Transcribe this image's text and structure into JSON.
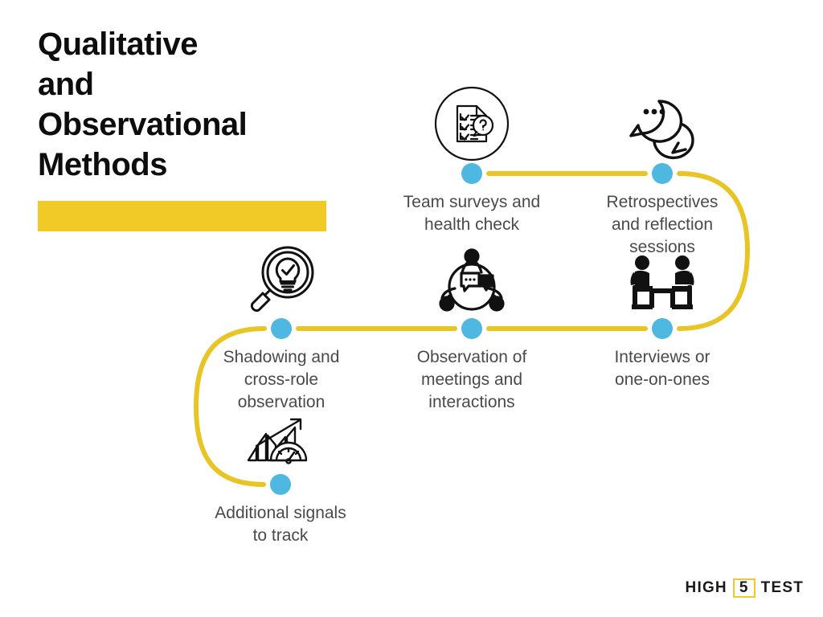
{
  "title": "Qualitative\nand\nObservational\nMethods",
  "colors": {
    "accent_yellow": "#F2CA27",
    "node_dot_blue": "#4FB8E0",
    "title_text": "#0d0d0d",
    "label_text": "#4a4a4a",
    "background": "#ffffff",
    "icon_stroke": "#111111"
  },
  "flow": {
    "nodes": [
      {
        "id": "team-surveys",
        "icon": "survey-checklist-question-icon",
        "label": "Team surveys and\nhealth check"
      },
      {
        "id": "retrospectives",
        "icon": "speech-bubbles-icon",
        "label": "Retrospectives\nand reflection\nsessions"
      },
      {
        "id": "interviews",
        "icon": "two-people-seated-icon",
        "label": "Interviews or\none-on-ones"
      },
      {
        "id": "observation-meetings",
        "icon": "meeting-roundtable-icon",
        "label": "Observation of\nmeetings and\ninteractions"
      },
      {
        "id": "shadowing",
        "icon": "magnifier-lightbulb-check-icon",
        "label": "Shadowing and\ncross-role\nobservation"
      },
      {
        "id": "additional-signals",
        "icon": "bar-chart-gauge-icon",
        "label": "Additional signals\nto track"
      }
    ]
  },
  "logo": {
    "word_one": "HIGH",
    "badge": "5",
    "word_two": "TEST"
  }
}
